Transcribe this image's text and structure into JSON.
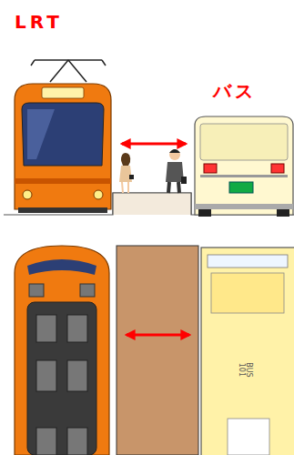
{
  "diagram": {
    "labels": [
      "LRT",
      "バス",
      "BUS 101"
    ]
  }
}
